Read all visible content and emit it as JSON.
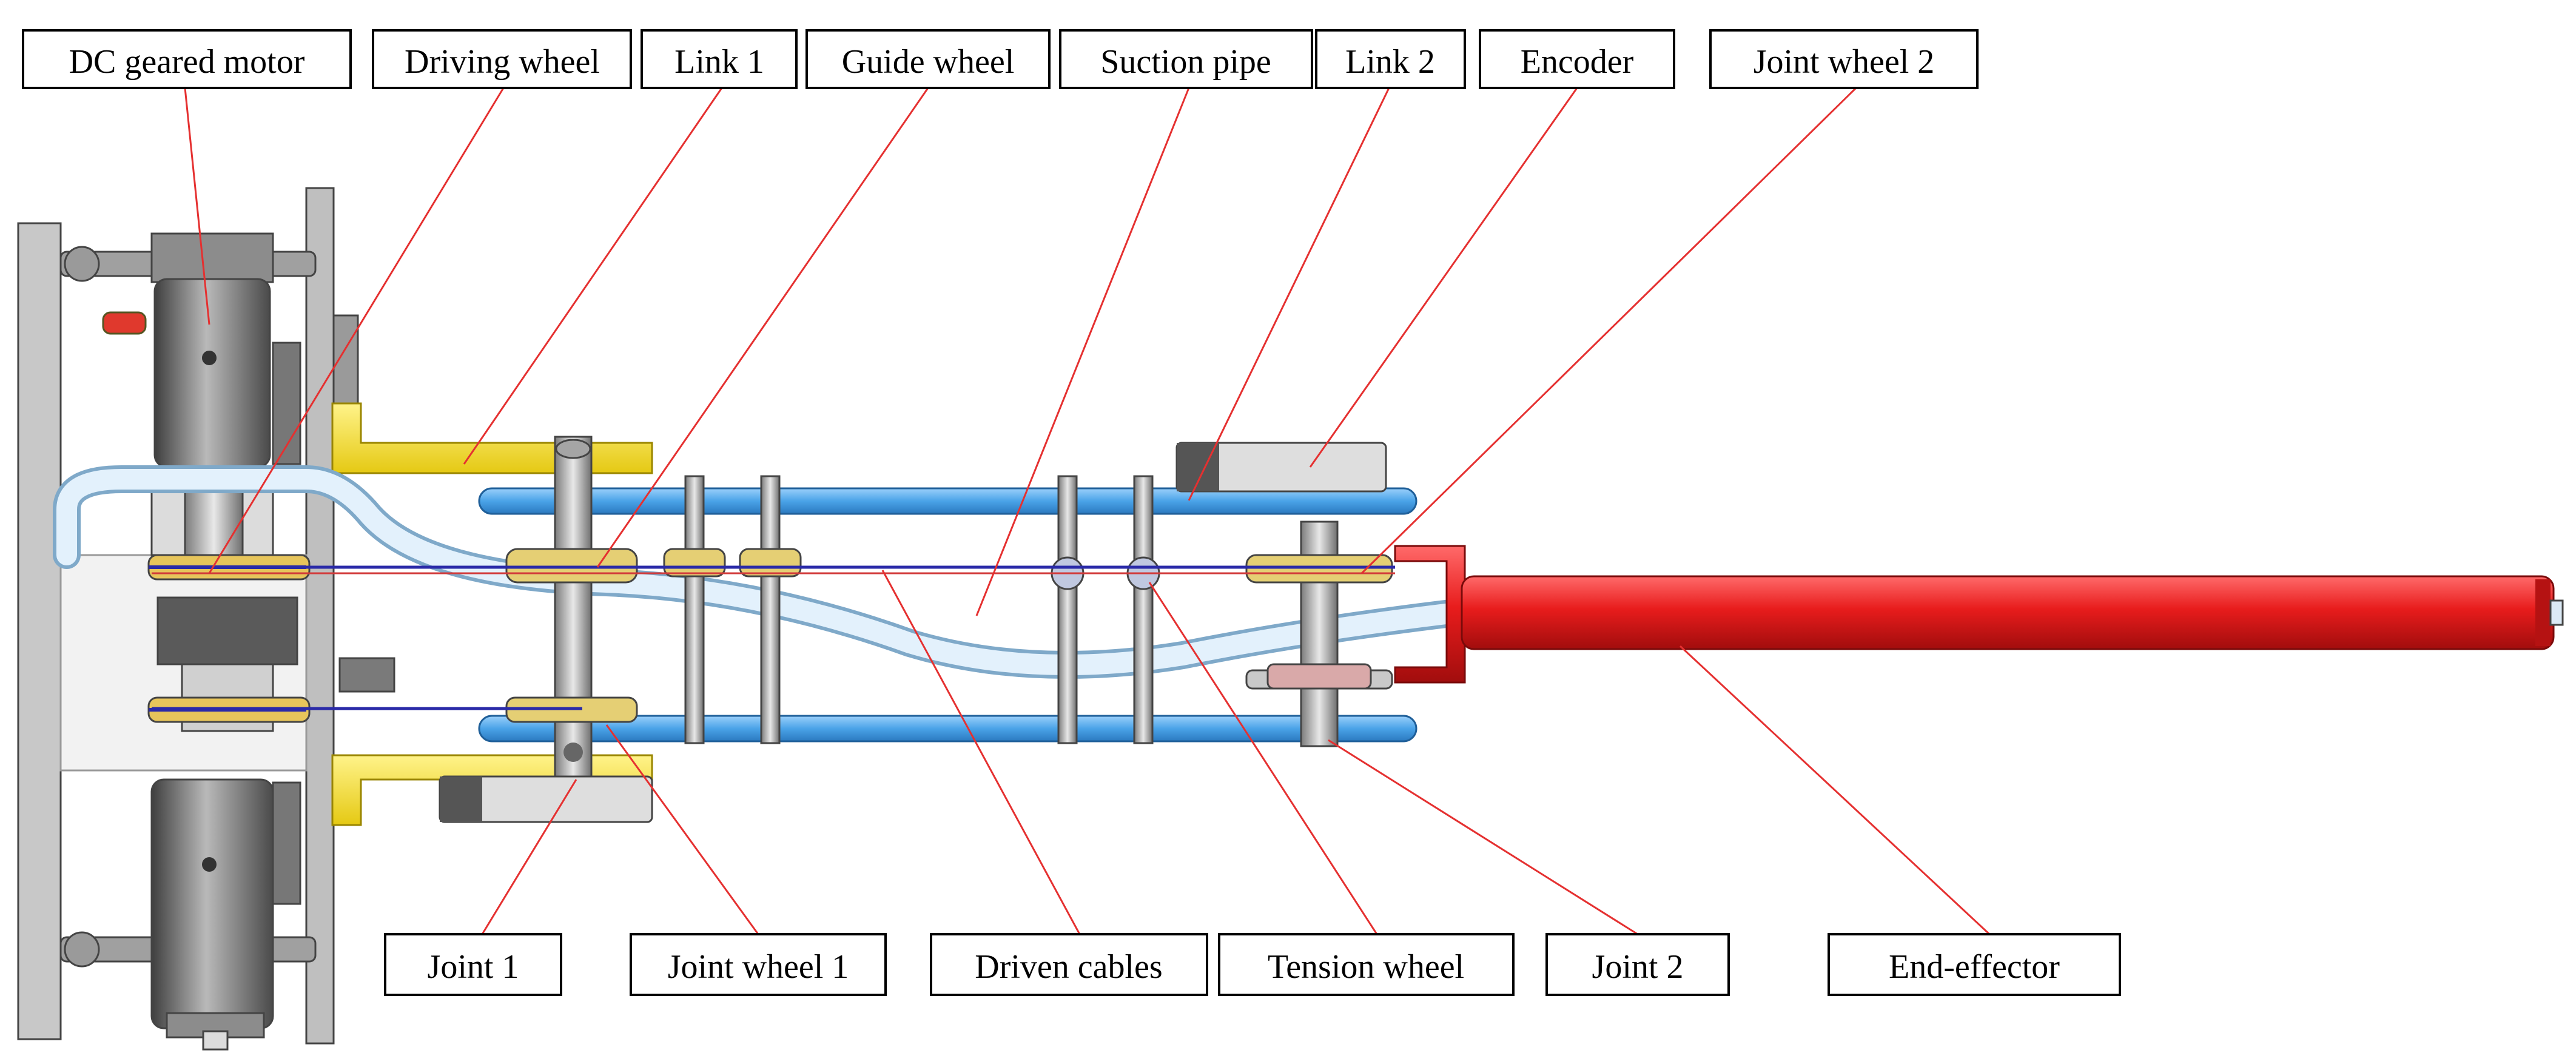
{
  "callouts_top": [
    {
      "key": "motor",
      "label": "DC geared motor"
    },
    {
      "key": "driving_wheel",
      "label": "Driving wheel"
    },
    {
      "key": "link1",
      "label": "Link 1"
    },
    {
      "key": "guide_wheel",
      "label": "Guide wheel"
    },
    {
      "key": "suction_pipe",
      "label": "Suction pipe"
    },
    {
      "key": "link2",
      "label": "Link 2"
    },
    {
      "key": "encoder",
      "label": "Encoder"
    },
    {
      "key": "joint_wheel2",
      "label": "Joint wheel 2"
    }
  ],
  "callouts_bottom": [
    {
      "key": "joint1",
      "label": "Joint 1"
    },
    {
      "key": "joint_wheel1",
      "label": "Joint wheel 1"
    },
    {
      "key": "driven_cables",
      "label": "Driven cables"
    },
    {
      "key": "tension_wheel",
      "label": "Tension wheel"
    },
    {
      "key": "joint2",
      "label": "Joint 2"
    },
    {
      "key": "end_effector",
      "label": "End-effector"
    }
  ],
  "colors": {
    "leader_line": "#e53030",
    "link_blue": "#4aa3e8",
    "bracket_yellow": "#f5df2a",
    "end_effector_red": "#e81c1c",
    "suction_pipe": "#cfe6f7",
    "cable": "#2a2aa8"
  },
  "icons": [
    "machine-schematic"
  ]
}
